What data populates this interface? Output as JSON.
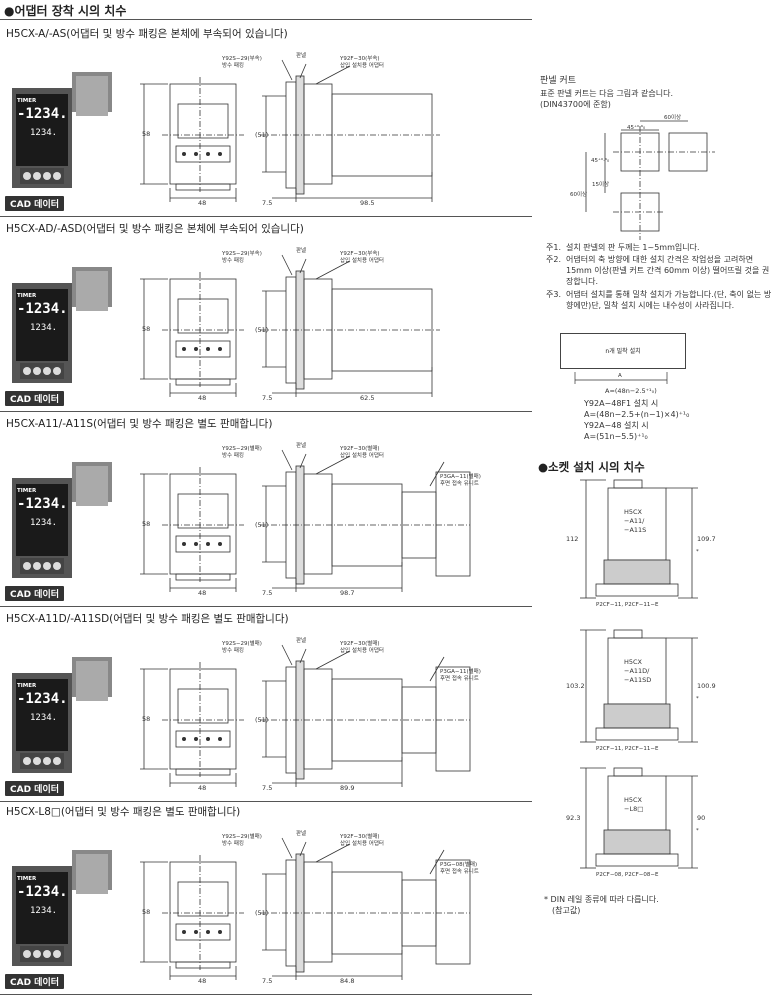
{
  "title": "●어댑터 장착 시의 치수",
  "cad_label": "CAD 데이터",
  "sections": [
    {
      "model": "H5CX-A/-AS(어댑터 및 방수 패킹은 본체에 부속되어 있습니다)",
      "gasket": [
        "Y92S−29(부속)",
        "방수 패킹"
      ],
      "panel": "판넬",
      "adapter": [
        "Y92F−30(부속)",
        "삽입 설치용 어댑터"
      ],
      "w": "48",
      "h": "58",
      "inner": "(51)",
      "front": "7.5",
      "depth": "98.5",
      "unit": []
    },
    {
      "model": "H5CX-AD/-ASD(어댑터 및 방수 패킹은 본체에 부속되어 있습니다)",
      "gasket": [
        "Y92S−29(부속)",
        "방수 패킹"
      ],
      "panel": "판넬",
      "adapter": [
        "Y92F−30(부속)",
        "삽입 설치용 어댑터"
      ],
      "w": "48",
      "h": "58",
      "inner": "(51)",
      "front": "7.5",
      "depth": "62.5",
      "unit": []
    },
    {
      "model": "H5CX-A11/-A11S(어댑터 및 방수 패킹은 별도 판매합니다)",
      "gasket": [
        "Y92S−29(별매)",
        "방수 패킹"
      ],
      "panel": "판넬",
      "adapter": [
        "Y92F−30(별매)",
        "삽입 설치용 어댑터"
      ],
      "w": "48",
      "h": "58",
      "inner": "(51)",
      "front": "7.5",
      "depth": "98.7",
      "unit": [
        "P3GA−11(별매)",
        "후면 접속 유니트"
      ]
    },
    {
      "model": "H5CX-A11D/-A11SD(어댑터 및 방수 패킹은 별도 판매합니다)",
      "gasket": [
        "Y92S−29(별매)",
        "방수 패킹"
      ],
      "panel": "판넬",
      "adapter": [
        "Y92F−30(별매)",
        "삽입 설치용 어댑터"
      ],
      "w": "48",
      "h": "58",
      "inner": "(51)",
      "front": "7.5",
      "depth": "89.9",
      "unit": [
        "P3GA−11(별매)",
        "후면 접속 유니트"
      ]
    },
    {
      "model": "H5CX-L8□(어댑터 및 방수 패킹은 별도 판매합니다)",
      "gasket": [
        "Y92S−29(별매)",
        "방수 패킹"
      ],
      "panel": "판넬",
      "adapter": [
        "Y92F−30(별매)",
        "삽입 설치용 어댑터"
      ],
      "w": "48",
      "h": "58",
      "inner": "(51)",
      "front": "7.5",
      "depth": "84.8",
      "unit": [
        "P3G−08(별매)",
        "후면 접속 유니트"
      ]
    }
  ],
  "cutout": {
    "title": "판넬 커트",
    "desc": [
      "표준 판넬 커트는 다음 그림과 같습니다.",
      "(DIN43700에 준함)"
    ],
    "d60a": "60이상",
    "d45w": "45⁺⁰·⁶₀",
    "d45h": "45⁺⁰·⁶₀",
    "d15": "15이상",
    "d60b": "60이상"
  },
  "notes": [
    {
      "n": "주1.",
      "t": "설치 판넬의 판 두께는 1~5mm입니다."
    },
    {
      "n": "주2.",
      "t": "어댑터의 축 방향에 대한 설치 간격은 작업성을 고려하면 15mm 이상(판넬 커트 간격 60mm 이상) 떨어뜨릴 것을 권장합니다."
    },
    {
      "n": "주3.",
      "t": "어댑터 설치를 통해 밀착 설치가 가능합니다.(단, 축이 없는 방향에만)단, 밀착 설치 시에는 내수성이 사라집니다."
    }
  ],
  "closebox": {
    "label": "n개 밀착 설치",
    "a": "A",
    "f1": "A=(48n−2.5⁺¹₀)",
    "f2t": "Y92A−48F1 설치 시",
    "f2": "A=(48n−2.5+(n−1)×4)⁺¹₀",
    "f3t": "Y92A−48 설치 시",
    "f3": "A=(51n−5.5)⁺¹₀"
  },
  "socket": {
    "title": "●소켓 설치 시의 치수",
    "items": [
      {
        "label": [
          "H5CX",
          "−A11/",
          "−A11S"
        ],
        "left": "112",
        "right": "109.7",
        "base": "P2CF−11, P2CF−11−E"
      },
      {
        "label": [
          "H5CX",
          "−A11D/",
          "−A11SD"
        ],
        "left": "103.2",
        "right": "100.9",
        "base": "P2CF−11, P2CF−11−E"
      },
      {
        "label": [
          "H5CX",
          "−L8□"
        ],
        "left": "92.3",
        "right": "90",
        "base": "P2CF−08, P2CF−08−E"
      }
    ],
    "star": "*",
    "footnote": [
      "* DIN 레일 종류에 따라 다릅니다.",
      "(참고값)"
    ]
  },
  "timer_display": {
    "brand": "TIMER",
    "big": "-1234.",
    "small": "1234."
  }
}
